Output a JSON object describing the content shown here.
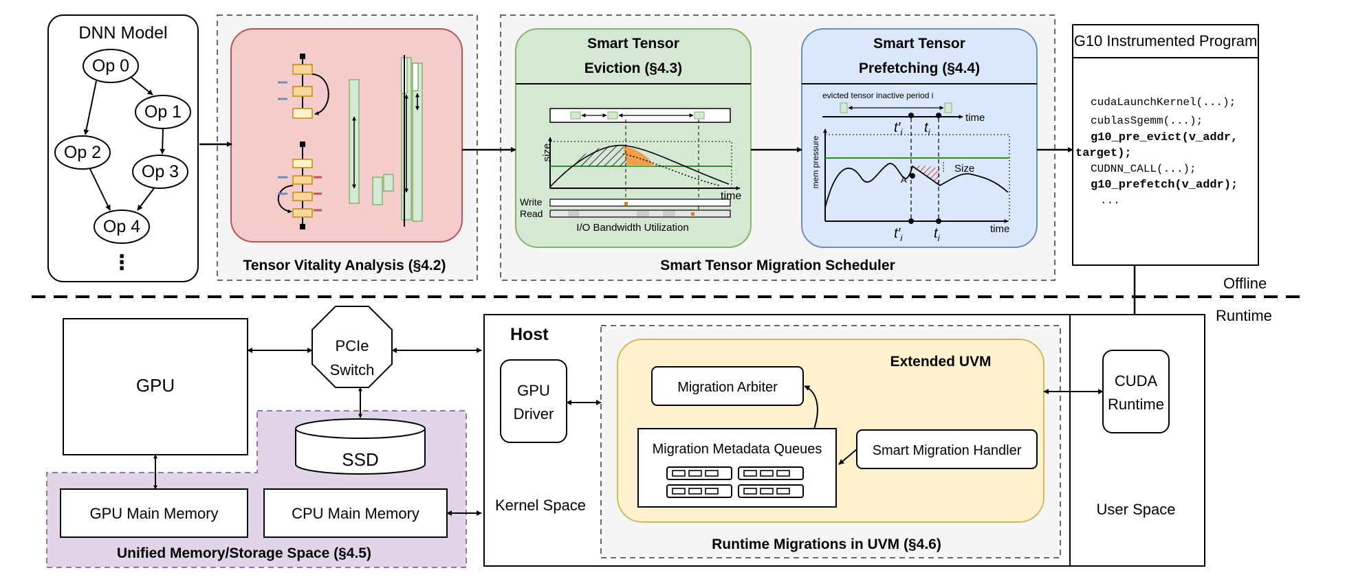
{
  "dnn": {
    "title": "DNN Model",
    "ops": [
      "Op 0",
      "Op 1",
      "Op 2",
      "Op 3",
      "Op 4"
    ],
    "ellipsis": "⋮"
  },
  "vitality": {
    "caption": "Tensor Vitality Analysis (§4.2)"
  },
  "scheduler": {
    "caption": "Smart Tensor Migration Scheduler",
    "eviction": {
      "title_line1": "Smart Tensor",
      "title_line2": "Eviction (§4.3)",
      "y_label": "size",
      "x_label": "time",
      "write_label": "Write",
      "read_label": "Read",
      "io_caption": "I/O Bandwidth Utilization"
    },
    "prefetching": {
      "title_line1": "Smart Tensor",
      "title_line2": "Prefetching (§4.4)",
      "period_label": "evicted tensor inactive period i",
      "time_label_top": "time",
      "time_label_bottom": "time",
      "y_label": "mem pressure",
      "t_prime": "t′",
      "t_prime_sub": "i",
      "t": "t",
      "t_sub": "i",
      "size_label": "Size",
      "a_label": "A"
    }
  },
  "program": {
    "title": "G10 Instrumented Program",
    "lines": [
      "cudaLaunchKernel(...);",
      "cublasSgemm(...);",
      "g10_pre_evict(v_addr,",
      "target);",
      "CUDNN_CALL(...);",
      "g10_prefetch(v_addr);",
      "..."
    ]
  },
  "phases": {
    "offline": "Offline",
    "runtime": "Runtime"
  },
  "hardware": {
    "gpu": "GPU",
    "pcie_line1": "PCIe",
    "pcie_line2": "Switch",
    "ssd": "SSD",
    "gpu_memory": "GPU Main Memory",
    "cpu_memory": "CPU Main Memory",
    "unified_caption": "Unified Memory/Storage Space (§4.5)"
  },
  "host": {
    "title": "Host",
    "gpu_driver_line1": "GPU",
    "gpu_driver_line2": "Driver",
    "kernel_space": "Kernel Space",
    "user_space": "User Space",
    "cuda_runtime_line1": "CUDA",
    "cuda_runtime_line2": "Runtime",
    "uvm": {
      "title": "Extended UVM",
      "arbiter": "Migration Arbiter",
      "queues": "Migration Metadata Queues",
      "handler": "Smart Migration Handler",
      "caption": "Runtime Migrations in UVM (§4.6)"
    }
  },
  "colors": {
    "vitality_fill": "#f4cccc",
    "vitality_stroke": "#b85450",
    "eviction_fill": "#d5e8d4",
    "eviction_stroke": "#82b366",
    "prefetch_fill": "#dae8fc",
    "prefetch_stroke": "#6c8ebf",
    "uvm_fill": "#fff2cc",
    "uvm_stroke": "#d6b656",
    "unified_fill": "#e1d5e7",
    "unified_stroke": "#9673a6",
    "group_fill": "#f5f5f5",
    "group_stroke": "#666666"
  }
}
